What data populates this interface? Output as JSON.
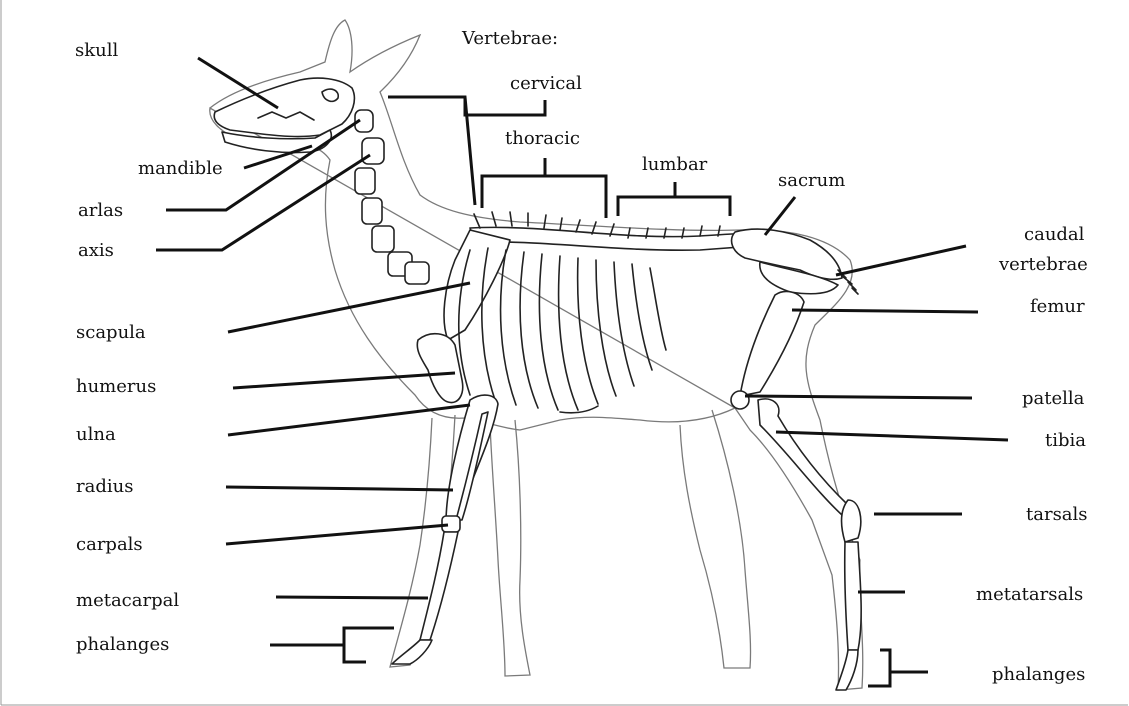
{
  "labels": {
    "skull": "skull",
    "mandible": "mandible",
    "arlas": "arlas",
    "axis": "axis",
    "scapula": "scapula",
    "humerus": "humerus",
    "ulna": "ulna",
    "radius": "radius",
    "carpals": "carpals",
    "metacarpal": "metacarpal",
    "phalanges_front": "phalanges",
    "vertebrae_heading": "Vertebrae:",
    "cervical": "cervical",
    "thoracic": "thoracic",
    "lumbar": "lumbar",
    "sacrum": "sacrum",
    "caudal_line1": "caudal",
    "caudal_line2": "vertebrae",
    "femur": "femur",
    "patella": "patella",
    "tibia": "tibia",
    "tarsals": "tarsals",
    "metatarsals": "metatarsals",
    "phalanges_hind": "phalanges"
  }
}
